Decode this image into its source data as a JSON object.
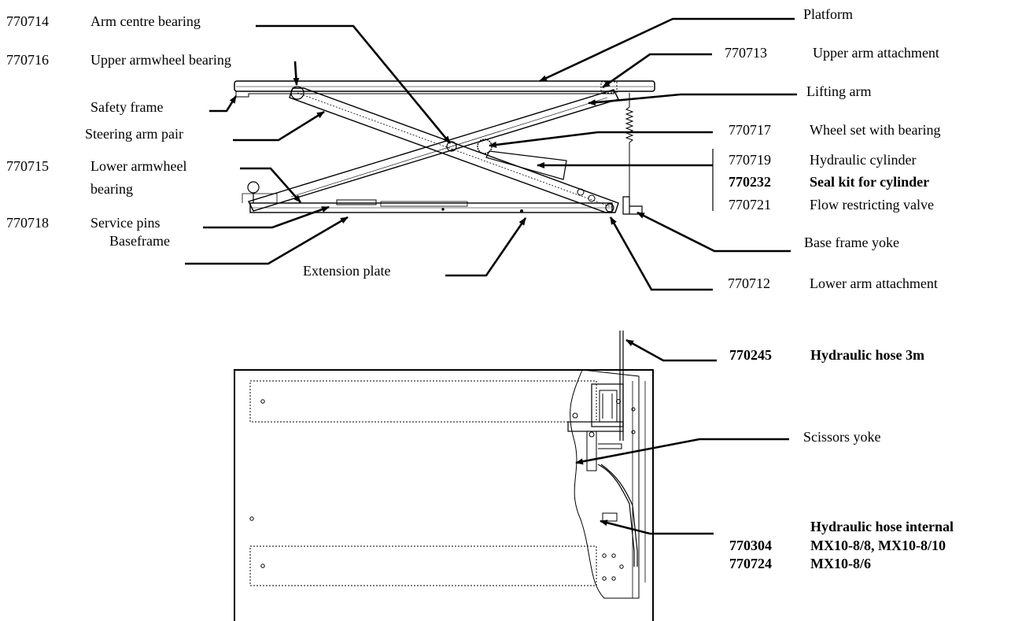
{
  "labels": {
    "arm_centre_bearing": {
      "num": "770714",
      "text": "Arm centre bearing"
    },
    "upper_armwheel_bearing": {
      "num": "770716",
      "text": "Upper armwheel bearing"
    },
    "safety_frame": {
      "text": "Safety frame"
    },
    "steering_arm_pair": {
      "text": "Steering arm pair"
    },
    "lower_armwheel_bearing": {
      "num": "770715",
      "text1": "Lower armwheel",
      "text2": "bearing"
    },
    "service_pins": {
      "num": "770718",
      "text": "Service pins"
    },
    "baseframe": {
      "text": "Baseframe"
    },
    "extension_plate": {
      "text": "Extension plate"
    },
    "platform": {
      "text": "Platform"
    },
    "upper_arm_attachment": {
      "num": "770713",
      "text": "Upper arm attachment"
    },
    "lifting_arm": {
      "text": "Lifting arm"
    },
    "wheel_set": {
      "num": "770717",
      "text": "Wheel set with bearing"
    },
    "hydraulic_cylinder": {
      "num": "770719",
      "text": "Hydraulic cylinder"
    },
    "seal_kit": {
      "num": "770232",
      "text": "Seal kit for cylinder"
    },
    "flow_valve": {
      "num": "770721",
      "text": "Flow restricting valve"
    },
    "base_frame_yoke": {
      "text": "Base frame yoke"
    },
    "lower_arm_attachment": {
      "num": "770712",
      "text": "Lower arm attachment"
    },
    "hydraulic_hose_3m": {
      "num": "770245",
      "text": "Hydraulic hose 3m"
    },
    "scissors_yoke": {
      "text": "Scissors yoke"
    },
    "hydraulic_hose_internal": {
      "title": "Hydraulic hose internal",
      "num1": "770304",
      "text1": "MX10-8/8, MX10-8/10",
      "num2": "770724",
      "text2": "MX10-8/6"
    }
  }
}
